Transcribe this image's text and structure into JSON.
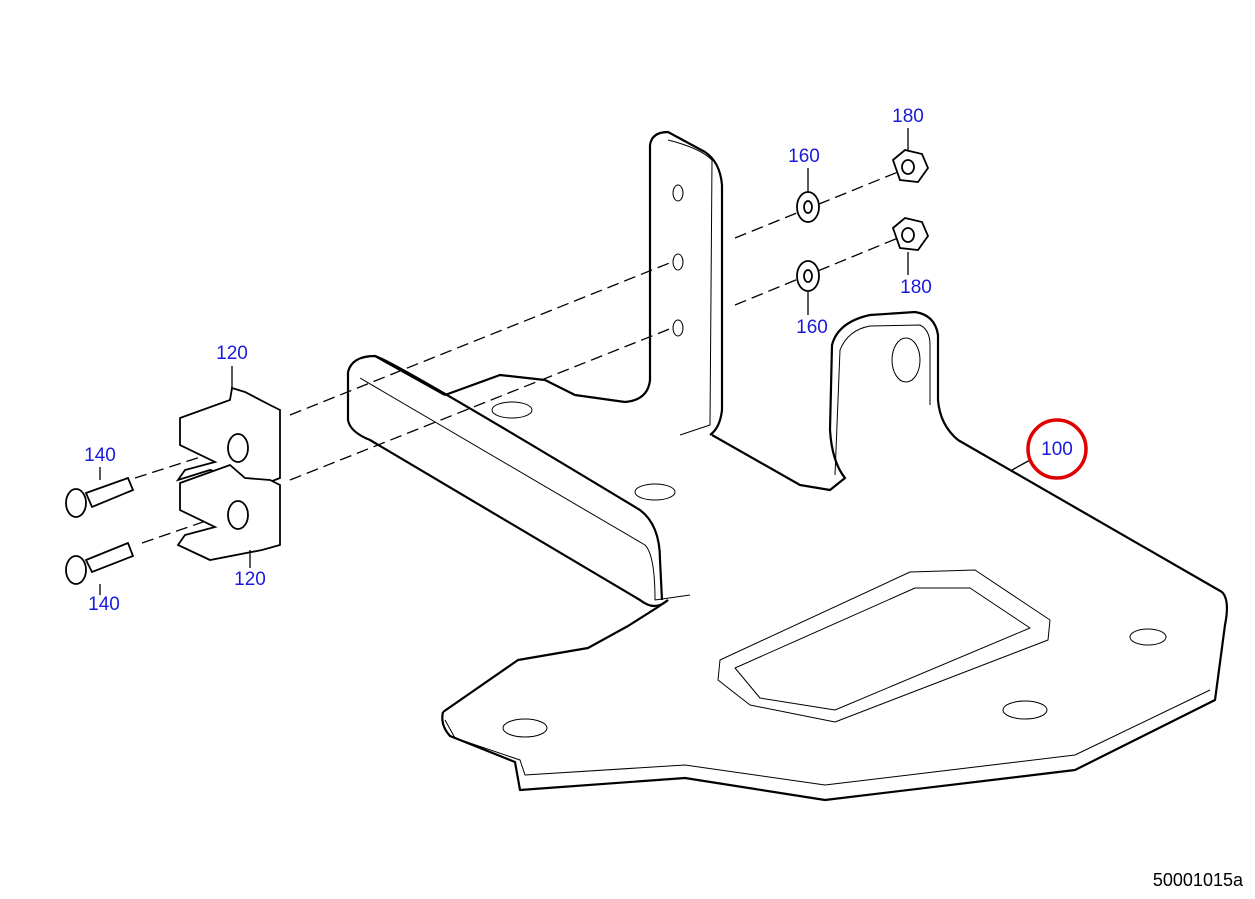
{
  "callouts": {
    "nut_top": "180",
    "washer_top": "160",
    "nut_bottom": "180",
    "washer_bottom": "160",
    "clip_top": "120",
    "clip_bottom": "120",
    "screw_top": "140",
    "screw_bottom": "140",
    "bracket": "100"
  },
  "highlight_color": "#e00000",
  "callout_color": "#1a1adc",
  "figure_id": "50001015a"
}
